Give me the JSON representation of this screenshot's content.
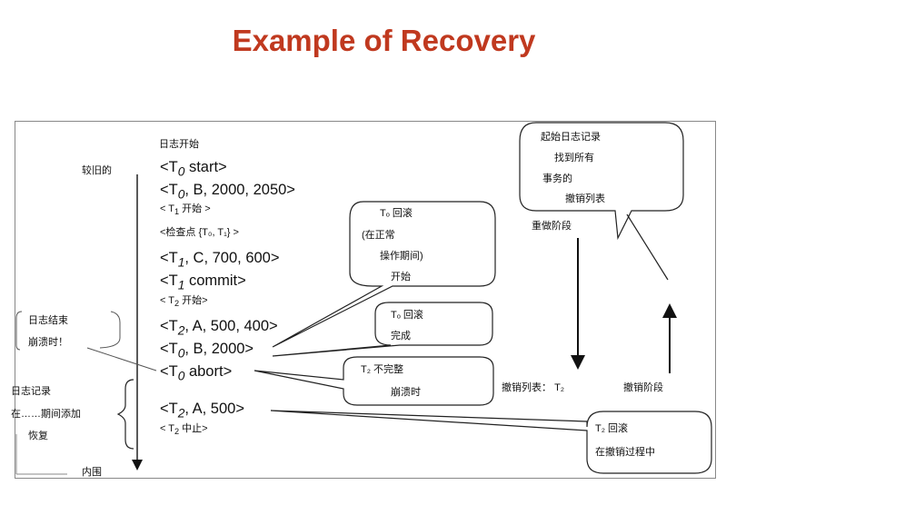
{
  "title": "Example of Recovery",
  "labels": {
    "log_start": "日志开始",
    "older": "较旧的",
    "log_end_at_crash_1": "日志结束",
    "log_end_at_crash_2": "崩溃时！",
    "log_recorded_1": "日志记录",
    "log_recorded_2": "在……期间添加",
    "log_recorded_3": "恢复",
    "newer": "内围",
    "redo_phase": "重做阶段",
    "undo_list": "撤销列表：",
    "undo_list_item": "T₂",
    "undo_phase": "撤销阶段"
  },
  "log": {
    "l1_pre": "<T",
    "l1_sub": "0",
    "l1_post": " start>",
    "l2_pre": "<T",
    "l2_sub": "0",
    "l2_post": ", B, 2000, 2050>",
    "l3_pre": "< T",
    "l3_sub": "1",
    "l3_post": " 开始 >",
    "l4": "<检查点 {T₀, T₁} >",
    "l5_pre": "<T",
    "l5_sub": "1",
    "l5_post": ", C, 700, 600>",
    "l6_pre": "<T",
    "l6_sub": "1",
    "l6_post": " commit>",
    "l7_pre": "< T",
    "l7_sub": "2",
    "l7_post": " 开始>",
    "l8_pre": "<T",
    "l8_sub": "2",
    "l8_post": ", A, 500, 400>",
    "l9_pre": "<T",
    "l9_sub": "0",
    "l9_post": ", B, 2000>",
    "l10_pre": "<T",
    "l10_sub": "0",
    "l10_post": " abort>",
    "l11_pre": "<T",
    "l11_sub": "2",
    "l11_post": ", A, 500>",
    "l12_pre": "< T",
    "l12_sub": "2",
    "l12_post": " 中止>"
  },
  "callouts": {
    "rollback_begin_1": "Tₒ 回滚",
    "rollback_begin_2": "(在正常",
    "rollback_begin_3": "操作期间)",
    "rollback_begin_4": "开始",
    "rollback_done_1": "Tₒ 回滚",
    "rollback_done_2": "完成",
    "incomplete_1": "T₂ 不完整",
    "incomplete_2": "崩溃时",
    "start_record_1": "起始日志记录",
    "start_record_2": "找到所有",
    "start_record_3": "事务的",
    "start_record_4": "撤销列表",
    "undo_rollback_1": "T₂ 回滚",
    "undo_rollback_2": "在撤销过程中"
  }
}
